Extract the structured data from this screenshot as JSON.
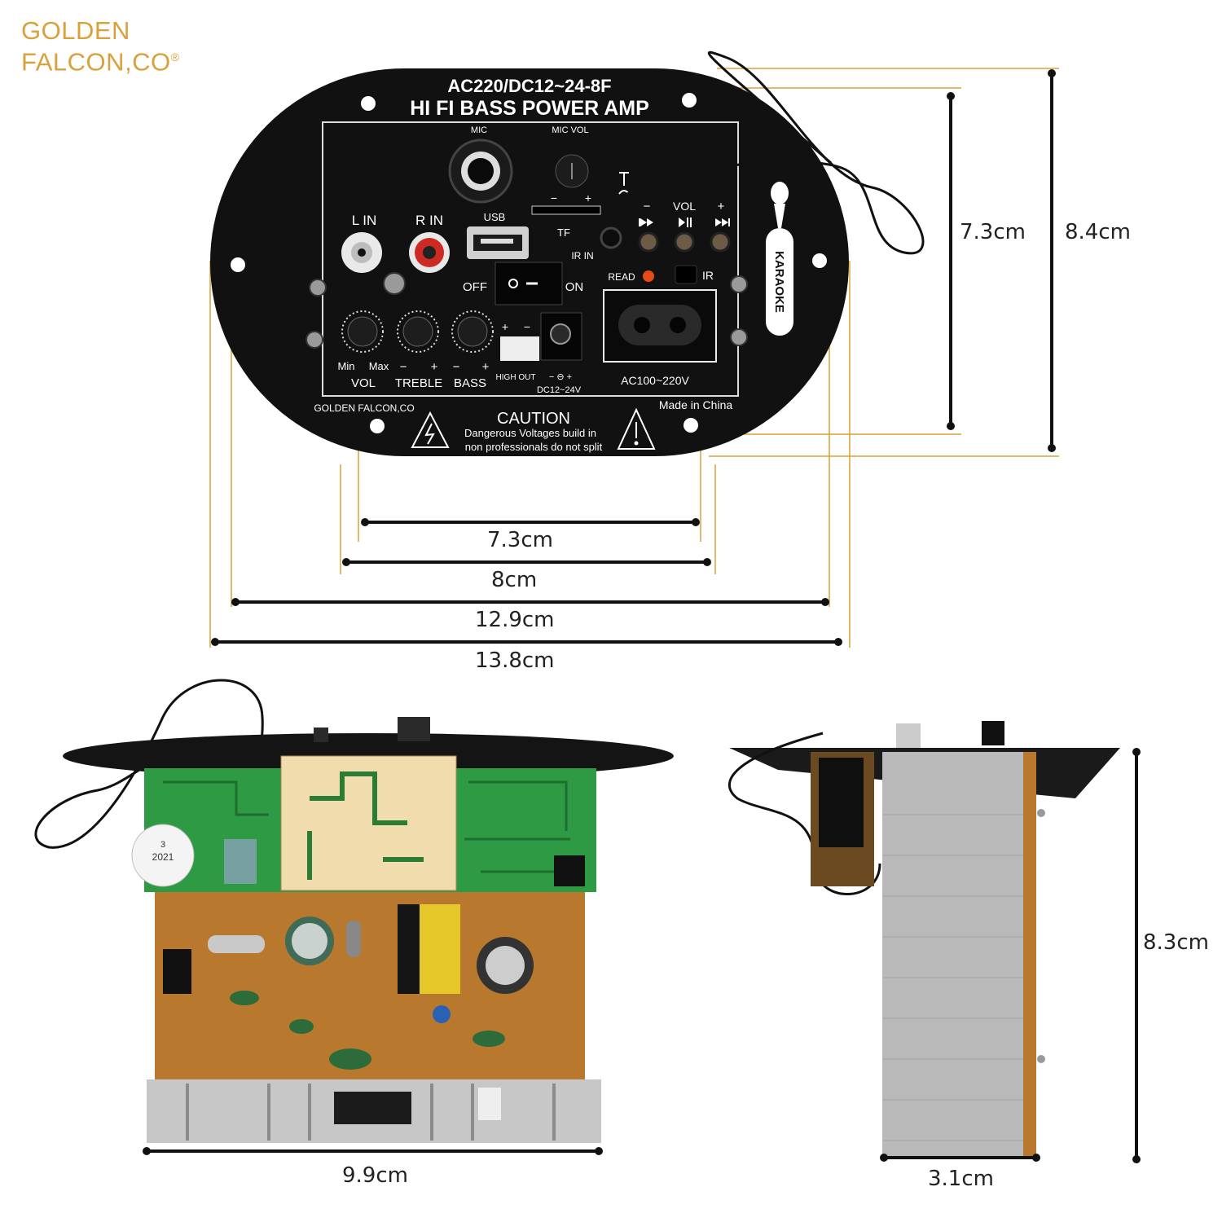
{
  "brand": {
    "line1": "GOLDEN",
    "line2": "FALCON,CO",
    "mark": "®"
  },
  "panel": {
    "model": "AC220/DC12~24-8F",
    "title": "HI FI BASS POWER AMP",
    "mic": "MIC",
    "mic_vol": "MIC VOL",
    "minus": "−",
    "plus": "+",
    "l_in": "L IN",
    "r_in": "R IN",
    "usb": "USB",
    "tf": "TF",
    "ir_in": "IR IN",
    "vol": "VOL",
    "read": "READ",
    "ir": "IR",
    "off": "OFF",
    "on": "ON",
    "min": "Min",
    "max": "Max",
    "vol_knob": "VOL",
    "treble": "TREBLE",
    "bass": "BASS",
    "high_out": "HIGH OUT",
    "dc_in": "DC12~24V",
    "ac_in": "AC100~220V",
    "maker": "GOLDEN FALCON,CO",
    "made_in": "Made in China",
    "caution": "CAUTION",
    "warning1": "Dangerous Voltages build in",
    "warning2": "non professionals do not split",
    "karaoke": "KARAOKE",
    "sticker_year": "2021",
    "sticker_num": "3"
  },
  "dimensions": {
    "inner_height": "7.3cm",
    "outer_height": "8.4cm",
    "hole_width_small": "7.3cm",
    "hole_width": "8cm",
    "mount_width": "12.9cm",
    "overall_width": "13.8cm",
    "board_width": "9.9cm",
    "side_depth": "3.1cm",
    "side_height": "8.3cm"
  },
  "colors": {
    "accent": "#d9a13c",
    "panel": "#111111",
    "pcb_green": "#2e9a43",
    "pcb_brown": "#b8792e",
    "heatsink": "#b9b9b9"
  }
}
